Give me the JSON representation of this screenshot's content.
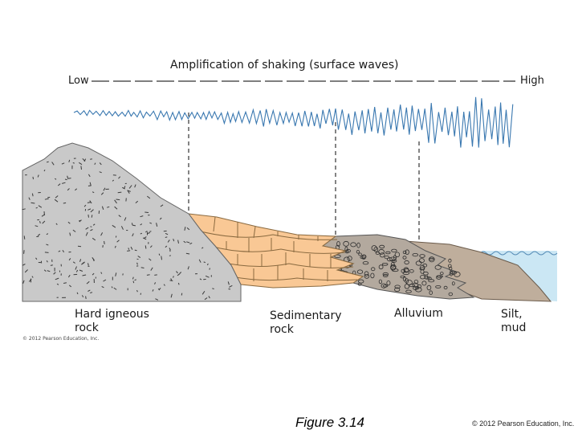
{
  "figure": {
    "title": "Amplification of shaking (surface waves)",
    "scale_low": "Low",
    "scale_high": "High",
    "layers": {
      "hard_igneous": "Hard igneous rock",
      "sedimentary": "Sedimentary rock",
      "alluvium": "Alluvium",
      "silt_mud": "Silt, mud"
    },
    "label_lines": {
      "hard_1": "Hard igneous",
      "hard_2": "rock",
      "sed_1": "Sedimentary",
      "sed_2": "rock",
      "alluv_1": "Alluvium",
      "silt_1": "Silt,",
      "silt_2": "mud"
    },
    "inner_copyright": "© 2012 Pearson Education, Inc."
  },
  "slide": {
    "caption": "Figure 3.14",
    "copyright": "© 2012 Pearson Education, Inc."
  },
  "colors": {
    "wave": "#3a78b0",
    "igneous": "#c9c9c9",
    "sedimentary": "#f9c895",
    "alluvium": "#b3a99e",
    "silt": "#bfae9c",
    "water": "#cbe7f4"
  }
}
